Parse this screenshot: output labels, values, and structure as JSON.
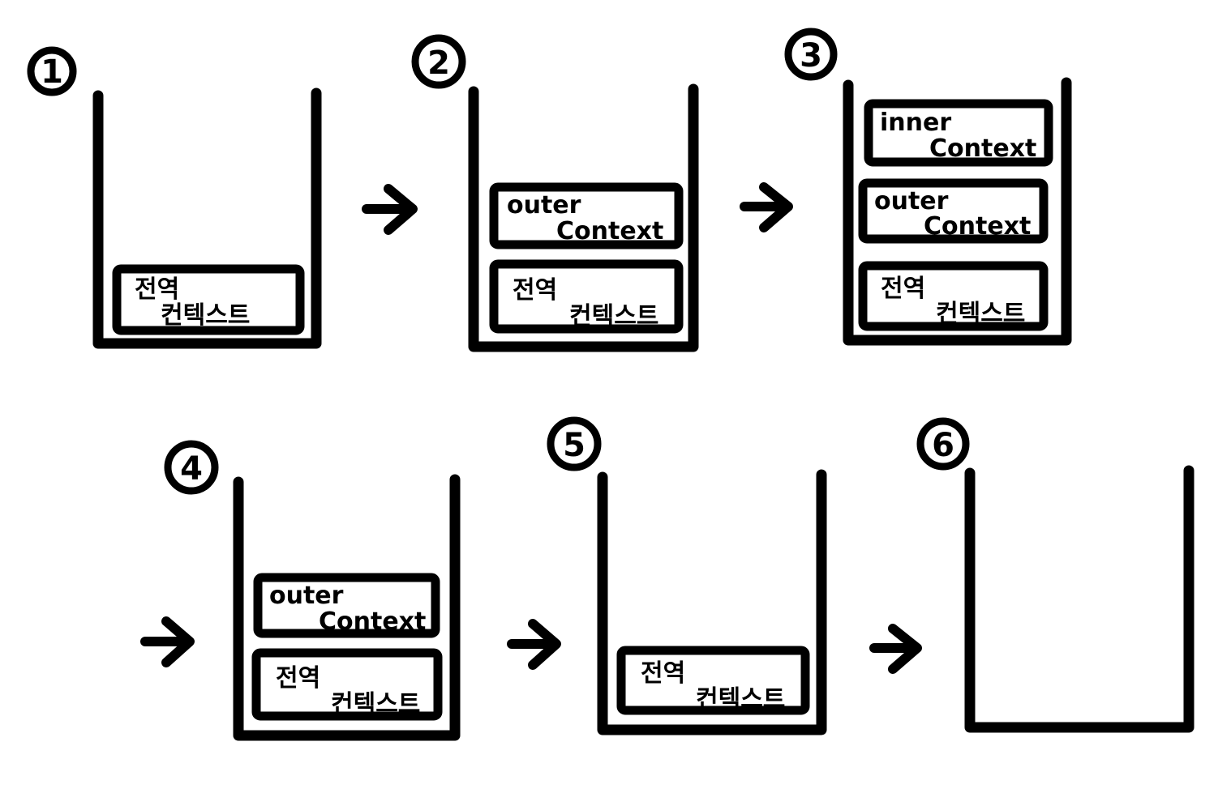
{
  "diagram": {
    "subject": "execution-context-call-stack-steps",
    "colors": {
      "ink": "#000000",
      "background": "#ffffff"
    },
    "icons": {
      "arrow_right": "→",
      "stack_container": "open-top-box"
    },
    "steps": [
      {
        "number": "1",
        "boxes": [
          {
            "line1": "전역",
            "line2": "컨텍스트"
          }
        ]
      },
      {
        "number": "2",
        "boxes": [
          {
            "line1": "outer",
            "line2": "Context"
          },
          {
            "line1": "전역",
            "line2": "컨텍스트"
          }
        ]
      },
      {
        "number": "3",
        "boxes": [
          {
            "line1": "inner",
            "line2": "Context"
          },
          {
            "line1": "outer",
            "line2": "Context"
          },
          {
            "line1": "전역",
            "line2": "컨텍스트"
          }
        ]
      },
      {
        "number": "4",
        "boxes": [
          {
            "line1": "outer",
            "line2": "Context"
          },
          {
            "line1": "전역",
            "line2": "컨텍스트"
          }
        ]
      },
      {
        "number": "5",
        "boxes": [
          {
            "line1": "전역",
            "line2": "컨텍스트"
          }
        ]
      },
      {
        "number": "6",
        "boxes": []
      }
    ]
  }
}
